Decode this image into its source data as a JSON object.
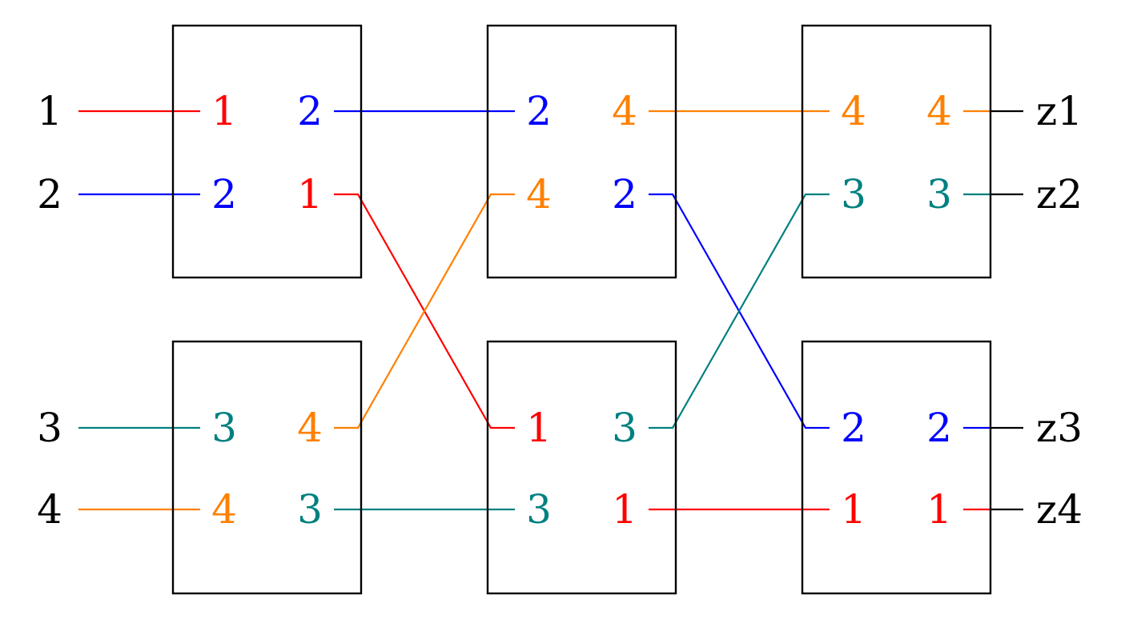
{
  "colors": {
    "1": "#ff0000",
    "2": "#0000ff",
    "3": "#008080",
    "4": "#ff8000",
    "black": "#000000"
  },
  "inputs": [
    "1",
    "2",
    "3",
    "4"
  ],
  "outputs": [
    "z1",
    "z2",
    "z3",
    "z4"
  ],
  "stages": [
    {
      "switches": [
        {
          "in": [
            "1",
            "2"
          ],
          "out": [
            "2",
            "1"
          ]
        },
        {
          "in": [
            "3",
            "4"
          ],
          "out": [
            "4",
            "3"
          ]
        }
      ]
    },
    {
      "switches": [
        {
          "in": [
            "2",
            "4"
          ],
          "out": [
            "4",
            "2"
          ]
        },
        {
          "in": [
            "1",
            "3"
          ],
          "out": [
            "3",
            "1"
          ]
        }
      ]
    },
    {
      "switches": [
        {
          "in": [
            "4",
            "3"
          ],
          "out": [
            "4",
            "3"
          ]
        },
        {
          "in": [
            "2",
            "1"
          ],
          "out": [
            "2",
            "1"
          ]
        }
      ]
    }
  ]
}
